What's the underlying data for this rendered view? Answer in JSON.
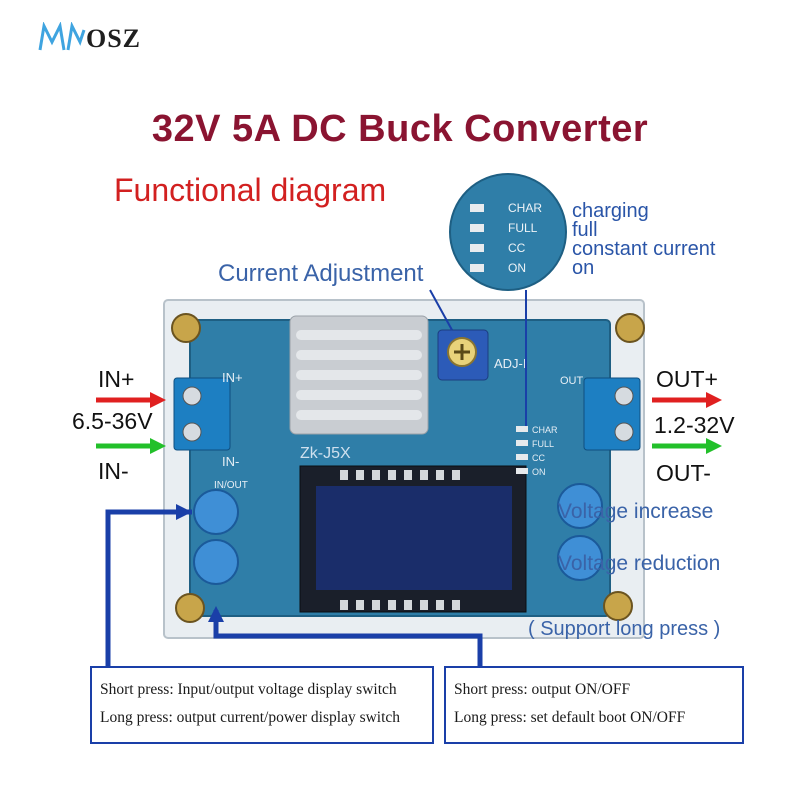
{
  "brand": {
    "logo_text": "OSZ"
  },
  "title": "32V 5A DC Buck Converter",
  "subtitle": "Functional diagram",
  "current_adjustment_label": "Current Adjustment",
  "led_legend": {
    "inset_labels": [
      "CHAR",
      "FULL",
      "CC",
      "ON"
    ],
    "meanings": [
      "charging",
      "full",
      "constant current",
      "on"
    ]
  },
  "board": {
    "model_label": "Zk-J5X",
    "adj_label": "ADJ-I",
    "in_plus_mark": "IN+",
    "in_minus_mark": "IN-",
    "out_mark": "OUT",
    "inout_mark": "IN/OUT",
    "led_labels": [
      "CHAR",
      "FULL",
      "CC",
      "ON"
    ]
  },
  "input": {
    "plus_label": "IN+",
    "range": "6.5-36V",
    "minus_label": "IN-",
    "arrow_plus_color": "#e02020",
    "arrow_minus_color": "#22c02a"
  },
  "output": {
    "plus_label": "OUT+",
    "range": "1.2-32V",
    "minus_label": "OUT-"
  },
  "buttons": {
    "voltage_increase": "Voltage increase",
    "voltage_reduction": "Voltage reduction",
    "long_press_note": "( Support long press )"
  },
  "box_left": {
    "line1": "Short press: Input/output voltage display switch",
    "line2": "Long press: output current/power display switch"
  },
  "box_right": {
    "line1": "Short press: output ON/OFF",
    "line2": "Long press: set default boot ON/OFF"
  },
  "colors": {
    "title": "#8a1431",
    "subtitle": "#d22020",
    "callout": "#3a63a8",
    "board": "#2f7ea8",
    "connector_line": "#1a3fa8"
  }
}
